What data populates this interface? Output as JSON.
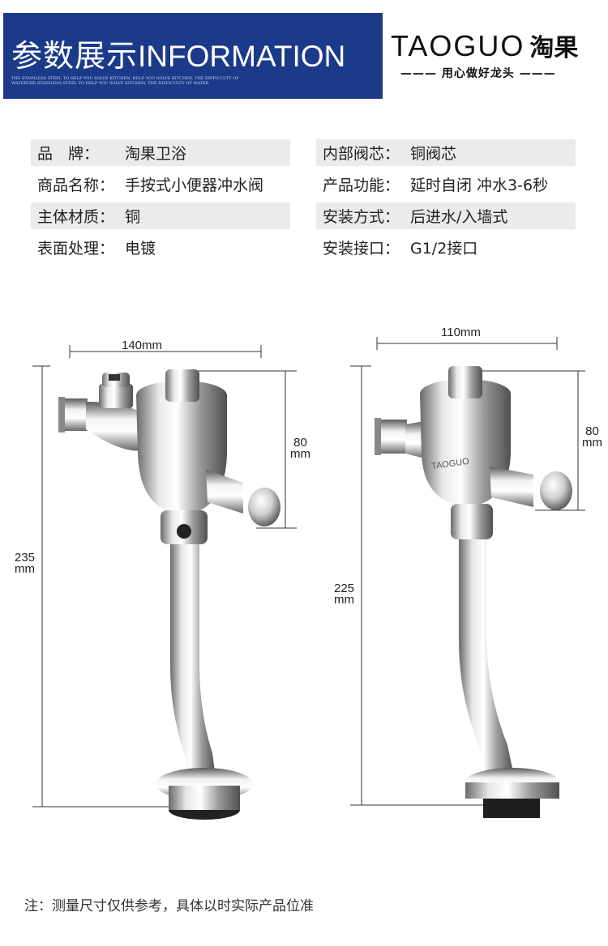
{
  "banner": {
    "title_cn": "参数展示",
    "title_en": "INFORMATION",
    "fine_print": "THE STAINLESS STEEL TO HELP YOU SOLVE KITCHEN, HELP YOU SOLVE KITCHEN, THE DIFFICULTY OF WATERTHE STAINLESS STEEL TO HELP YOU SOLVE KITCHEN, THE DIFFICULTY OF WATER"
  },
  "logo": {
    "brand_en": "TAOGUO",
    "brand_cn": "淘果",
    "slogan": "——— 用心做好龙头 ———"
  },
  "specs_left": [
    {
      "key": "品　牌：",
      "value": "淘果卫浴"
    },
    {
      "key": "商品名称：",
      "value": "手按式小便器冲水阀"
    },
    {
      "key": "主体材质：",
      "value": "铜"
    },
    {
      "key": "表面处理：",
      "value": "电镀"
    }
  ],
  "specs_right": [
    {
      "key": "内部阀芯：",
      "value": "铜阀芯"
    },
    {
      "key": "产品功能：",
      "value": "延时自闭 冲水3-6秒"
    },
    {
      "key": "安装方式：",
      "value": "后进水/入墙式"
    },
    {
      "key": "安装接口：",
      "value": "G1/2接口"
    }
  ],
  "product_a": {
    "width_label": "140mm",
    "height_label_num": "235",
    "height_label_unit": "mm",
    "top_label_num": "80",
    "top_label_unit": "mm"
  },
  "product_b": {
    "width_label": "110mm",
    "height_label_num": "225",
    "height_label_unit": "mm",
    "top_label_num": "80",
    "top_label_unit": "mm",
    "engraving": "TAOGUO"
  },
  "footnote": "注：测量尺寸仅供参考，具体以时实际产品位准",
  "colors": {
    "banner_bg": "#1b3a8a",
    "row_shade": "#ebebeb",
    "chrome_dark": "#5a5a5a",
    "chrome_light": "#f4f4f4"
  }
}
